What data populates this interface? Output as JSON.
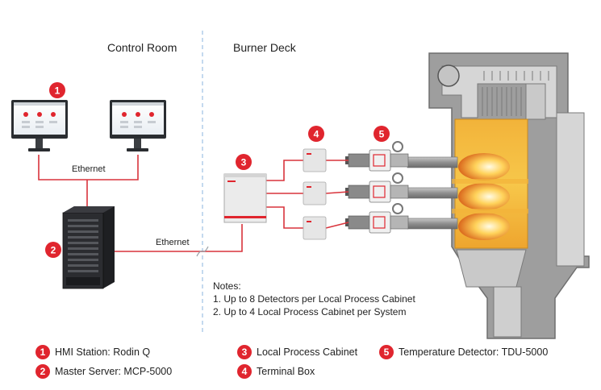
{
  "zones": {
    "control_room": "Control Room",
    "burner_deck": "Burner Deck"
  },
  "connections": {
    "hmi_link": "Ethernet",
    "server_link": "Ethernet"
  },
  "badges": [
    "1",
    "2",
    "3",
    "4",
    "5"
  ],
  "notes": {
    "title": "Notes:",
    "items": [
      "1. Up to 8 Detectors per Local Process Cabinet",
      "2. Up to 4 Local Process Cabinet per System"
    ]
  },
  "legend": [
    {
      "num": "1",
      "text": "HMI Station: Rodin Q"
    },
    {
      "num": "2",
      "text": "Master Server: MCP-5000"
    },
    {
      "num": "3",
      "text": "Local Process Cabinet"
    },
    {
      "num": "4",
      "text": "Terminal Box"
    },
    {
      "num": "5",
      "text": "Temperature Detector: TDU-5000"
    }
  ],
  "colors": {
    "accent": "#e0252e",
    "line": "#d9343c",
    "divider": "#9cc0e4",
    "boiler": "#9e9e9e"
  }
}
